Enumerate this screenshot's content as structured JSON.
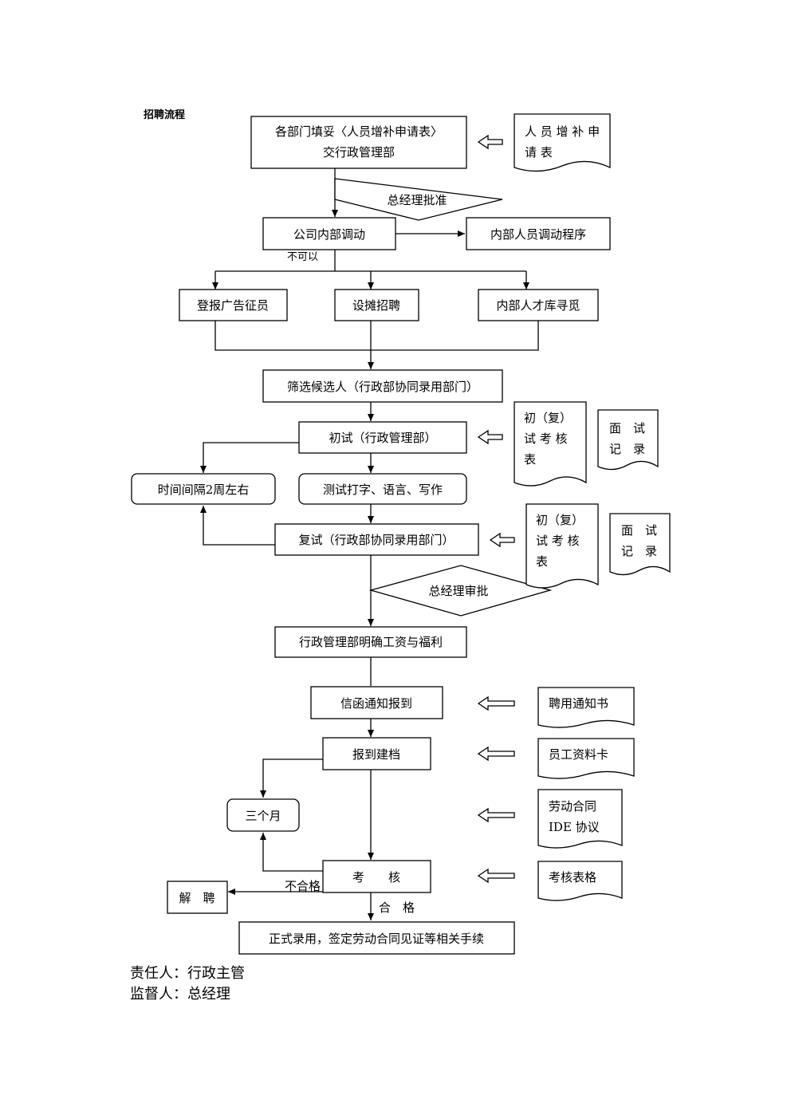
{
  "title": "招聘流程",
  "steps": {
    "request_line1": "各部门填妥〈人员增补申请表〉",
    "request_line2": "交行政管理部",
    "gm_approve": "总经理批准",
    "internal_transfer": "公司内部调动",
    "internal_program": "内部人员调动程序",
    "not_possible": "不可以",
    "advertise": "登报广告征员",
    "booth": "设摊招聘",
    "talent_pool": "内部人才库寻觅",
    "screen": "筛选候选人（行政部协同录用部门）",
    "first_interview": "初试（行政管理部）",
    "interval": "时间间隔2周左右",
    "tests": "测试打字、语言、写作",
    "second_interview": "复试（行政部协同录用部门）",
    "gm_review": "总经理审批",
    "salary": "行政管理部明确工资与福利",
    "notify": "信函通知报到",
    "register": "报到建档",
    "three_months": "三个月",
    "assess": "考　　核",
    "dismiss": "解　聘",
    "fail": "不合格",
    "pass": "合　格",
    "formal": "正式录用，签定劳动合同见证等相关手续"
  },
  "documents": {
    "request_form_l1": "人 员 增 补 申",
    "request_form_l2": "请 表",
    "review_form1_l1": "初（复）",
    "review_form1_l2": "试 考 核",
    "review_form1_l3": "表",
    "record1_l1": "面　试",
    "record1_l2": "记　录",
    "review_form2_l1": "初（复）",
    "review_form2_l2": "试 考 核",
    "review_form2_l3": "表",
    "record2_l1": "面　试",
    "record2_l2": "记　录",
    "offer_letter": "聘用通知书",
    "staff_card": "员工资料卡",
    "contract_l1": "劳动合同",
    "contract_l2": "IDE 协议",
    "assess_form": "考核表格"
  },
  "footer": {
    "responsible": "责任人：行政主管",
    "supervisor": "监督人：总经理"
  }
}
